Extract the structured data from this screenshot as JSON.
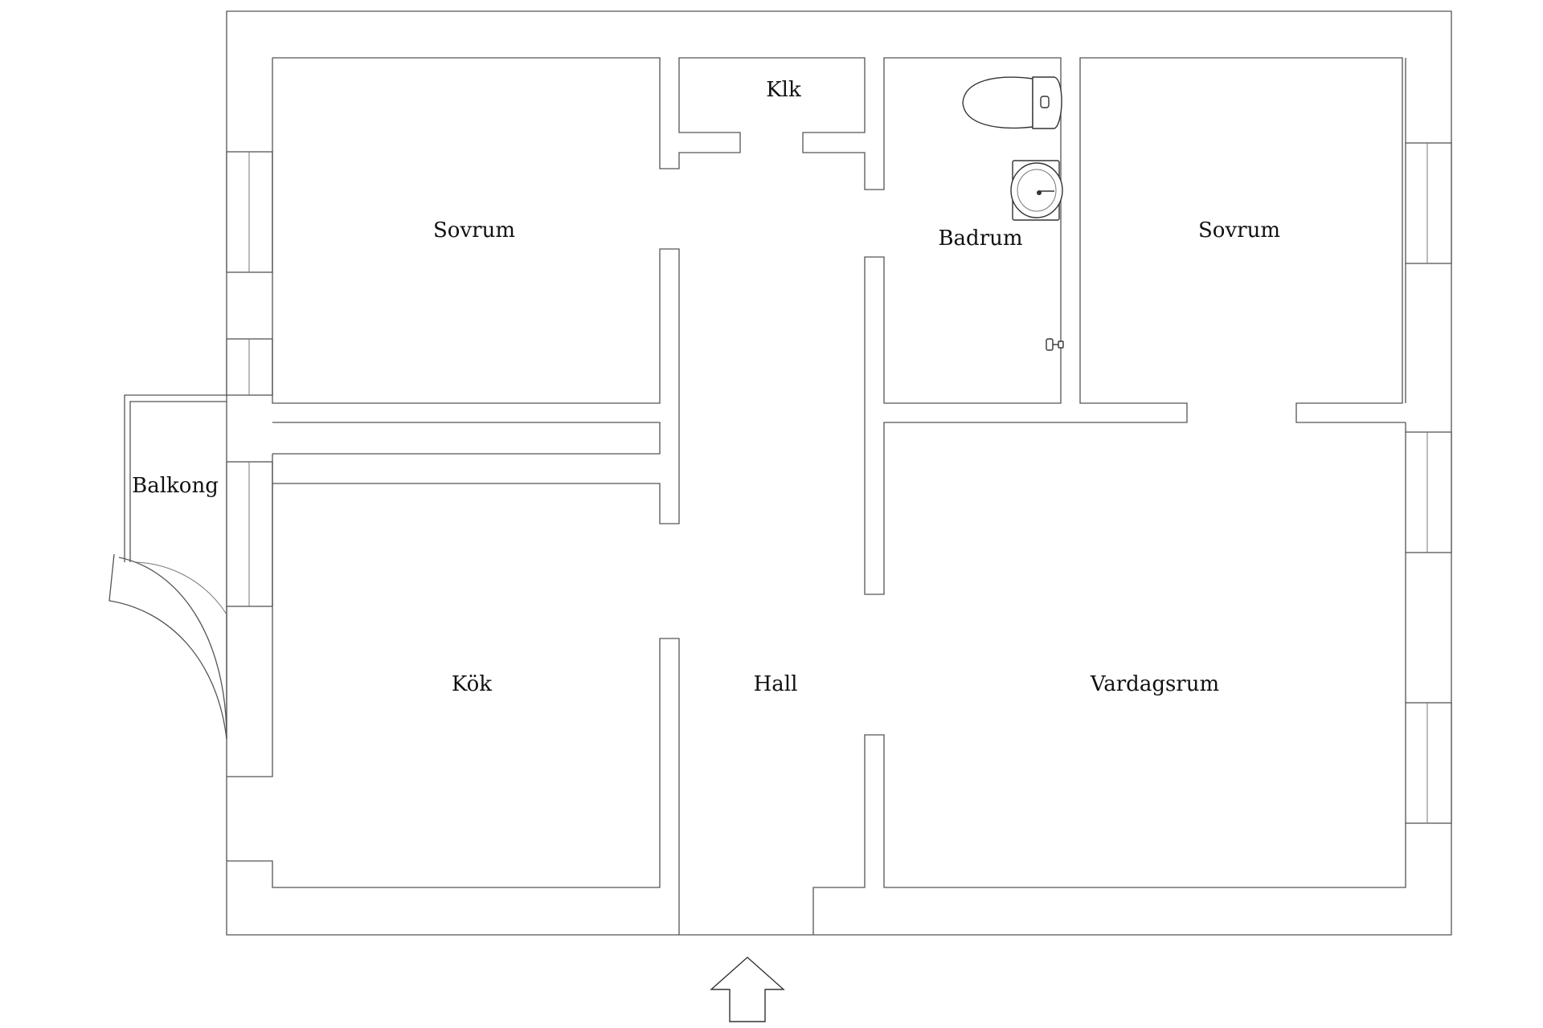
{
  "rooms": {
    "klk": "Klk",
    "sovrum_left": "Sovrum",
    "badrum": "Badrum",
    "sovrum_right": "Sovrum",
    "balkong": "Balkong",
    "kok": "Kök",
    "hall": "Hall",
    "vardagsrum": "Vardagsrum"
  },
  "icons": {
    "entrance": "entrance-arrow-icon",
    "toilet": "toilet-icon",
    "sink": "sink-icon",
    "shower": "shower-tap-icon"
  },
  "colors": {
    "wall_stroke": "#555555",
    "fixture_stroke": "#333333",
    "text": "#111111",
    "background": "#ffffff"
  }
}
